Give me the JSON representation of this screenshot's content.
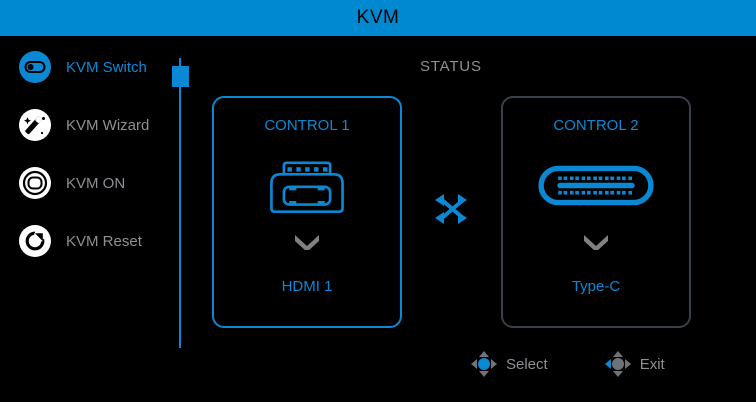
{
  "header": {
    "title": "KVM"
  },
  "sidebar": {
    "items": [
      {
        "label": "KVM Switch",
        "icon": "toggle-switch-icon",
        "active": true
      },
      {
        "label": "KVM Wizard",
        "icon": "magic-wand-icon",
        "active": false
      },
      {
        "label": "KVM ON",
        "icon": "power-ring-icon",
        "active": false
      },
      {
        "label": "KVM Reset",
        "icon": "reset-arrow-icon",
        "active": false
      }
    ]
  },
  "main": {
    "status_label": "STATUS",
    "swap_icon": "shuffle-icon",
    "controls": [
      {
        "title": "CONTROL 1",
        "connector_icon": "hdmi-port-icon",
        "arrow_icon": "chevron-down-icon",
        "source": "HDMI 1",
        "selected": true
      },
      {
        "title": "CONTROL 2",
        "connector_icon": "usb-type-c-icon",
        "arrow_icon": "chevron-down-icon",
        "source": "Type-C",
        "selected": false
      }
    ]
  },
  "footer": {
    "hints": [
      {
        "label": "Select",
        "icon": "joystick-press-icon"
      },
      {
        "label": "Exit",
        "icon": "joystick-left-icon"
      }
    ]
  },
  "colors": {
    "header_blue": "#0089d0",
    "accent_blue": "#0b88d4",
    "inactive_gray": "#8c8f93",
    "border_gray": "#3a4048",
    "background": "#000000"
  }
}
